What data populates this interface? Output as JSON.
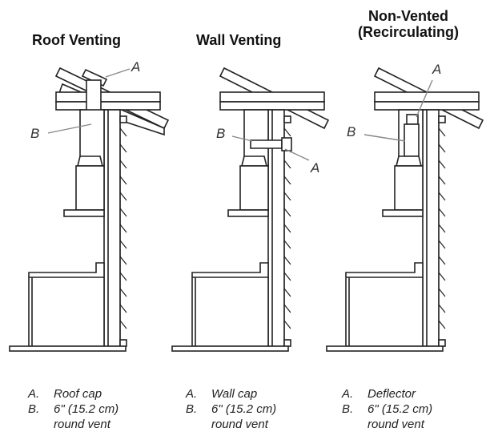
{
  "panels": [
    {
      "id": "roof",
      "title": "Roof Venting",
      "callouts": {
        "a": "A",
        "b": "B"
      },
      "legend": {
        "a_key": "A.",
        "a_text": "Roof cap",
        "b_key": "B.",
        "b_text": "6\" (15.2 cm)",
        "b_text2": "round vent"
      }
    },
    {
      "id": "wall",
      "title": "Wall Venting",
      "callouts": {
        "a": "A",
        "b": "B"
      },
      "legend": {
        "a_key": "A.",
        "a_text": "Wall cap",
        "b_key": "B.",
        "b_text": "6\" (15.2 cm)",
        "b_text2": "round vent"
      }
    },
    {
      "id": "nonvented",
      "title_line1": "Non-Vented",
      "title_line2": "(Recirculating)",
      "callouts": {
        "a": "A",
        "b": "B"
      },
      "legend": {
        "a_key": "A.",
        "a_text": "Deflector",
        "b_key": "B.",
        "b_text": "6\" (15.2 cm)",
        "b_text2": "round vent"
      }
    }
  ],
  "colors": {
    "line": "#222222",
    "fill": "#ffffff",
    "callout_line": "#888888"
  }
}
